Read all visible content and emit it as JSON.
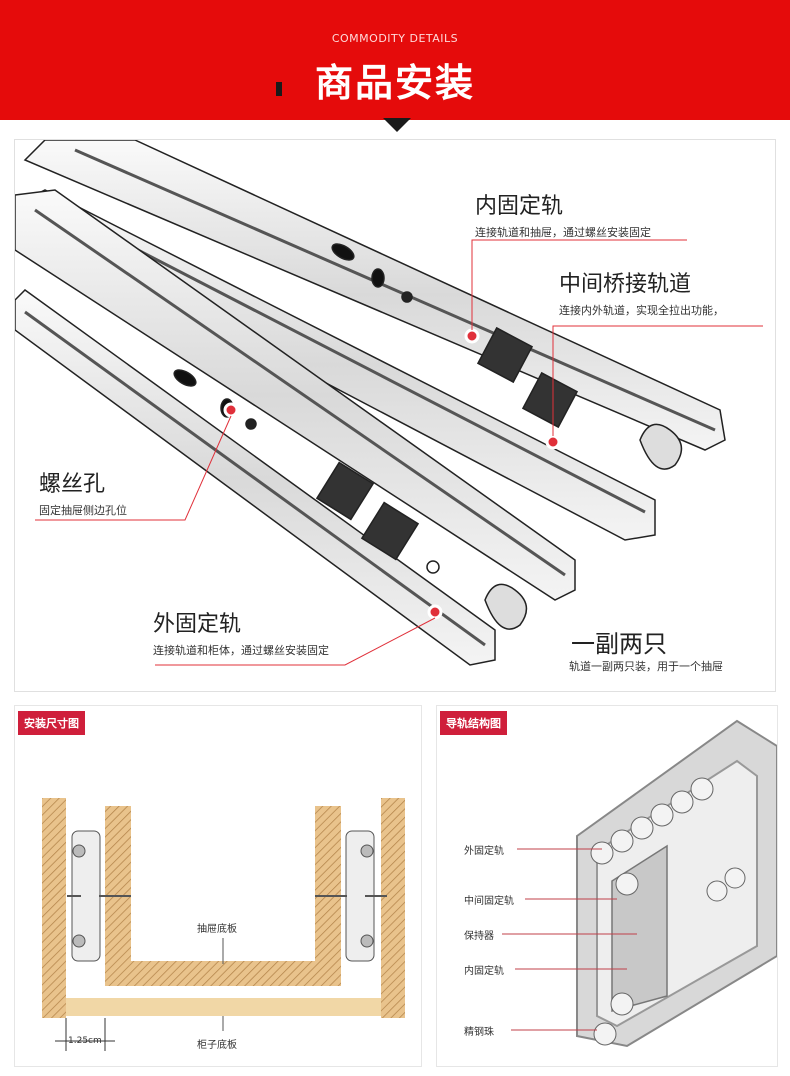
{
  "header": {
    "subtitle": "COMMODITY DETAILS",
    "title": "商品安装"
  },
  "callouts": {
    "inner_rail": {
      "title": "内固定轨",
      "desc": "连接轨道和抽屉，通过螺丝安装固定"
    },
    "middle_rail": {
      "title": "中间桥接轨道",
      "desc": "连接内外轨道，实现全拉出功能，"
    },
    "screw_hole": {
      "title": "螺丝孔",
      "desc": "固定抽屉侧边孔位"
    },
    "outer_rail": {
      "title": "外固定轨",
      "desc": "连接轨道和柜体，通过螺丝安装固定"
    },
    "pair": {
      "title": "一副两只",
      "desc": "轨道一副两只装，用于一个抽屉"
    }
  },
  "install_diagram": {
    "tag": "安装尺寸图",
    "drawer_bottom": "抽屉底板",
    "cabinet_bottom": "柜子底板",
    "dimension": "1.25cm"
  },
  "structure_diagram": {
    "tag": "导轨结构图",
    "labels": [
      "外固定轨",
      "中间固定轨",
      "保持器",
      "内固定轨",
      "精钢珠"
    ]
  },
  "colors": {
    "banner": "#e50b0b",
    "tag": "#cf1f3b",
    "callout_line": "#e0303a",
    "wood": "#e9c38c"
  }
}
